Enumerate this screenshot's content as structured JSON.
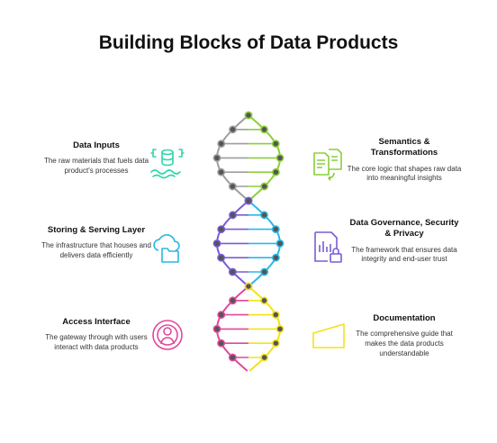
{
  "title": "Building Blocks of Data Products",
  "blocks": {
    "data_inputs": {
      "heading": "Data Inputs",
      "text": "The raw materials that fuels data product's processes"
    },
    "storing": {
      "heading": "Storing & Serving Layer",
      "text": "The infrastructure that houses and delivers data efficiently"
    },
    "access": {
      "heading": "Access Interface",
      "text": "The gateway through with users interact with data products"
    },
    "semantics": {
      "heading": "Semantics & Transformations",
      "text": "The core logic that shapes raw data into meaningful insights"
    },
    "governance": {
      "heading": "Data Governance, Security & Privacy",
      "text": "The framework that ensures data integrity and end-user trust"
    },
    "documentation": {
      "heading": "Documentation",
      "text": "The comprehensive guide that makes the data products understandable"
    }
  },
  "colors": {
    "gray": "#9e9e9e",
    "green": "#8ccf3a",
    "cyan": "#2bb7e3",
    "purple": "#7a5cd6",
    "pink": "#e0489b",
    "yellow": "#f2e21b",
    "teal": "#2fd6a8"
  },
  "icons": {
    "data_inputs": "database-stream-icon",
    "storing": "cloud-folder-icon",
    "access": "user-target-icon",
    "semantics": "document-transform-icon",
    "governance": "file-lock-icon",
    "documentation": "document-icon"
  }
}
